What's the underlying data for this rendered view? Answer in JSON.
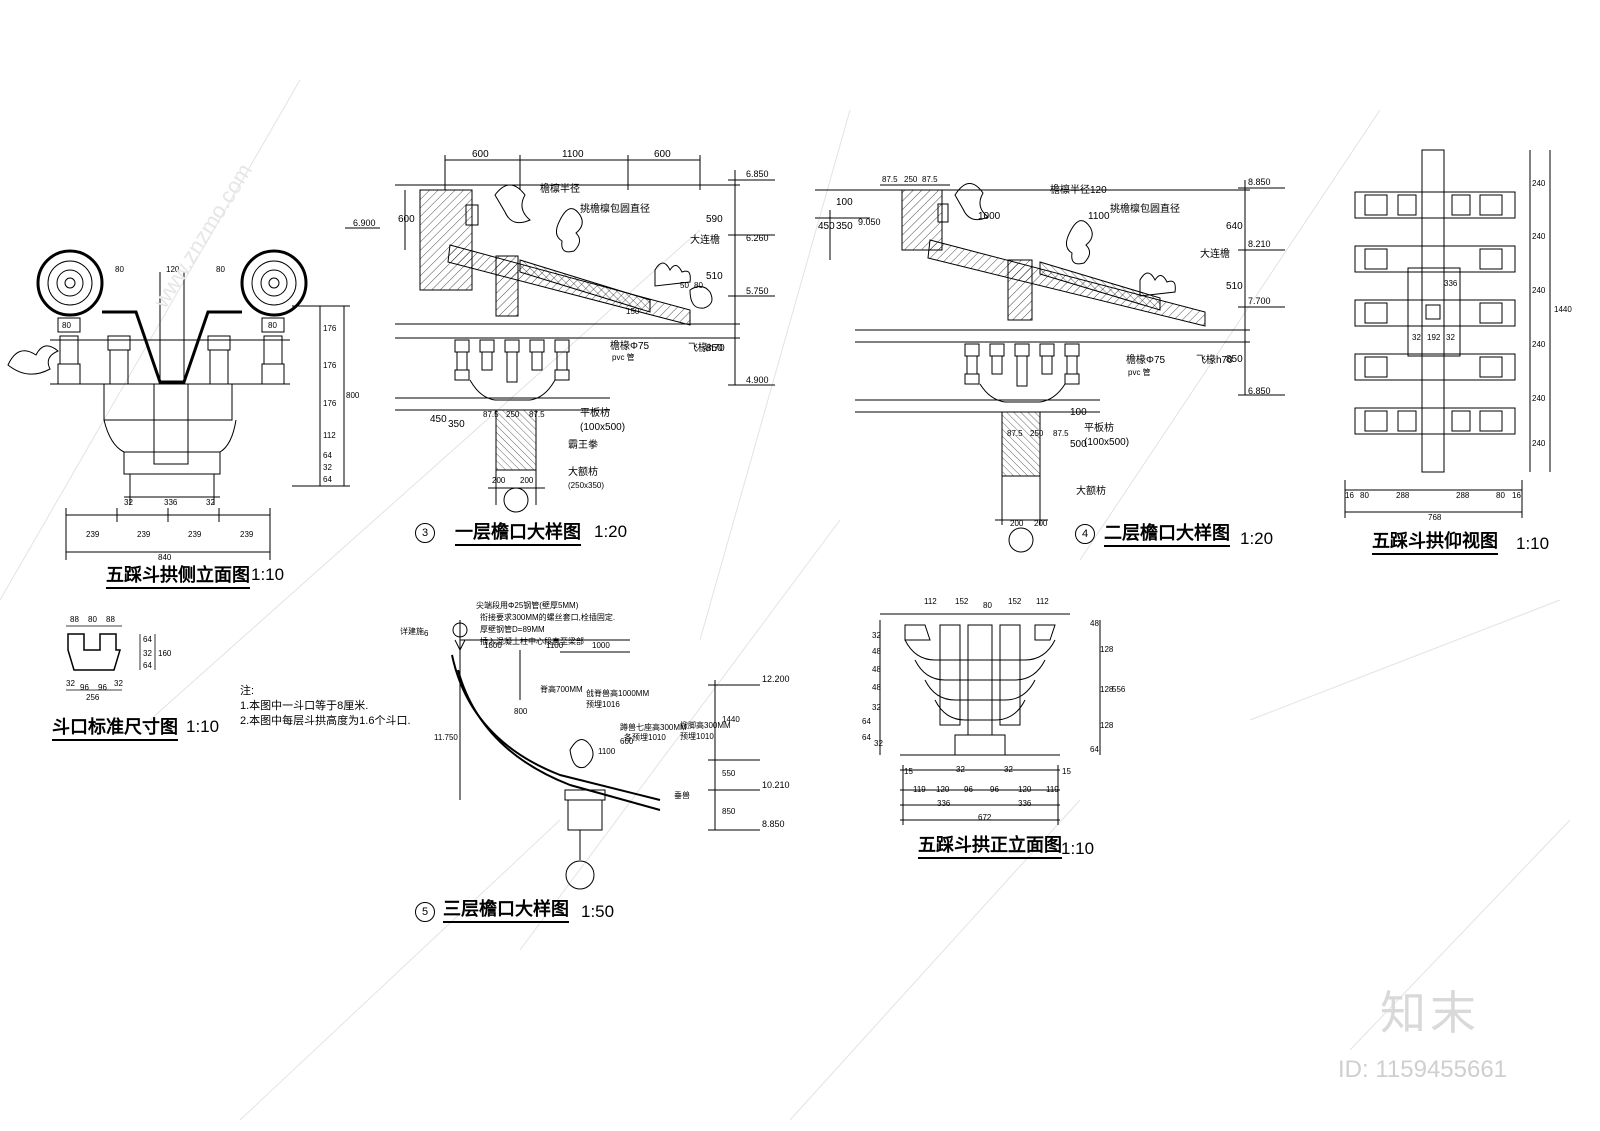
{
  "titles": {
    "side_elevation": "五踩斗拱侧立面图",
    "side_elevation_scale": "1:10",
    "socket_size": "斗口标准尺寸图",
    "socket_size_scale": "1:10",
    "eave1": "一层檐口大样图",
    "eave1_scale": "1:20",
    "eave1_no": "3",
    "eave2": "二层檐口大样图",
    "eave2_scale": "1:20",
    "eave2_no": "4",
    "eave3": "三层檐口大样图",
    "eave3_scale": "1:50",
    "eave3_no": "5",
    "bottom_view": "五踩斗拱仰视图",
    "bottom_view_scale": "1:10",
    "front_elevation": "五踩斗拱正立面图",
    "front_elevation_scale": "1:10"
  },
  "notes": {
    "heading": "注:",
    "line1": "1.本图中一斗口等于8厘米.",
    "line2": "2.本图中每层斗拱高度为1.6个斗口."
  },
  "eave1": {
    "dims_top": [
      "600",
      "1100",
      "600"
    ],
    "dims_left": [
      "600",
      "450",
      "350"
    ],
    "dims_right": [
      "590",
      "510",
      "850"
    ],
    "elevations": [
      "6.850",
      "6.260",
      "5.750",
      "4.900",
      "6.900"
    ],
    "labels": [
      "檐檩半径",
      "挑檐檩包圆直径",
      "大连檐",
      "檐椽Φ75",
      "pvc 管",
      "飞椽h70",
      "平板枋",
      "(100x500)",
      "霸王拳",
      "大额枋",
      "(250x350)",
      "87.5",
      "250",
      "87.5",
      "200",
      "200",
      "150",
      "50",
      "80"
    ]
  },
  "eave2": {
    "dims_top": [
      "87.5",
      "250",
      "87.5",
      "1000",
      "1100"
    ],
    "dims_left": [
      "450",
      "350",
      "100"
    ],
    "dims_right": [
      "640",
      "510",
      "850",
      "100",
      "500"
    ],
    "elevations": [
      "8.850",
      "8.210",
      "7.700",
      "6.850",
      "9.050"
    ],
    "labels": [
      "檐檩半径120",
      "挑檐檩包圆直径",
      "大连檐",
      "檐椽Φ75",
      "pvc 管",
      "飞椽h70",
      "平板枋",
      "(100x500)",
      "大额枋",
      "87.5",
      "250",
      "87.5",
      "200",
      "200"
    ]
  },
  "eave3": {
    "dims_top": [
      "1800",
      "1100",
      "1000",
      "600",
      "1100",
      "800"
    ],
    "dims_right": [
      "1440",
      "550",
      "850"
    ],
    "elevations": [
      "12.200",
      "10.210",
      "8.850",
      "11.750"
    ],
    "labels": [
      "尖端段用Φ25钢管(壁厚5MM)",
      "衔接要求300MM的螺丝套口,栓插固定.",
      "厚壁钢管D=89MM",
      "插入混凝土柱中心段直至梁部",
      "详建施",
      "6",
      "脊高700MM",
      "戗脊兽高1000MM",
      "预埋1016",
      "蹲兽七座高300MM",
      "各预埋1010",
      "垂兽",
      "掀脚高300MM",
      "预埋1010"
    ]
  },
  "side_elevation": {
    "dims_bottom": [
      "239",
      "239",
      "239",
      "239"
    ],
    "total": "840",
    "dims_mid": [
      "32",
      "336",
      "32"
    ],
    "dims_top": [
      "80",
      "120",
      "80",
      "80",
      "80"
    ],
    "dims_right": [
      "176",
      "176",
      "176",
      "112",
      "64",
      "32",
      "64"
    ],
    "right_total": "800"
  },
  "socket": {
    "dims_top": [
      "88",
      "80",
      "88"
    ],
    "dims_bottom": [
      "32",
      "96",
      "96",
      "32"
    ],
    "total": "256",
    "dims_right": [
      "64",
      "32",
      "64"
    ],
    "right_total": "160"
  },
  "bottom_view": {
    "dims_right": [
      "240",
      "240",
      "240",
      "240",
      "240",
      "240"
    ],
    "right_total": "1440",
    "dims_bottom": [
      "16",
      "80",
      "288",
      "288",
      "80",
      "16"
    ],
    "total": "768",
    "inner": [
      "32",
      "192",
      "32",
      "336"
    ]
  },
  "front_elevation": {
    "dims_top": [
      "112",
      "152",
      "80",
      "152",
      "112"
    ],
    "dims_left": [
      "32",
      "48",
      "48",
      "48",
      "32",
      "64",
      "64",
      "32"
    ],
    "dims_right": [
      "48",
      "128",
      "128",
      "128",
      "64"
    ],
    "right_total": "556",
    "dims_bottom": [
      "15",
      "119",
      "120",
      "96",
      "96",
      "120",
      "119",
      "15"
    ],
    "mid": [
      "336",
      "336"
    ],
    "total": "672",
    "marks": [
      "32",
      "32"
    ]
  },
  "watermark": {
    "logo": "知末",
    "id": "ID: 1159455661",
    "url": "www.znzmo.com"
  }
}
